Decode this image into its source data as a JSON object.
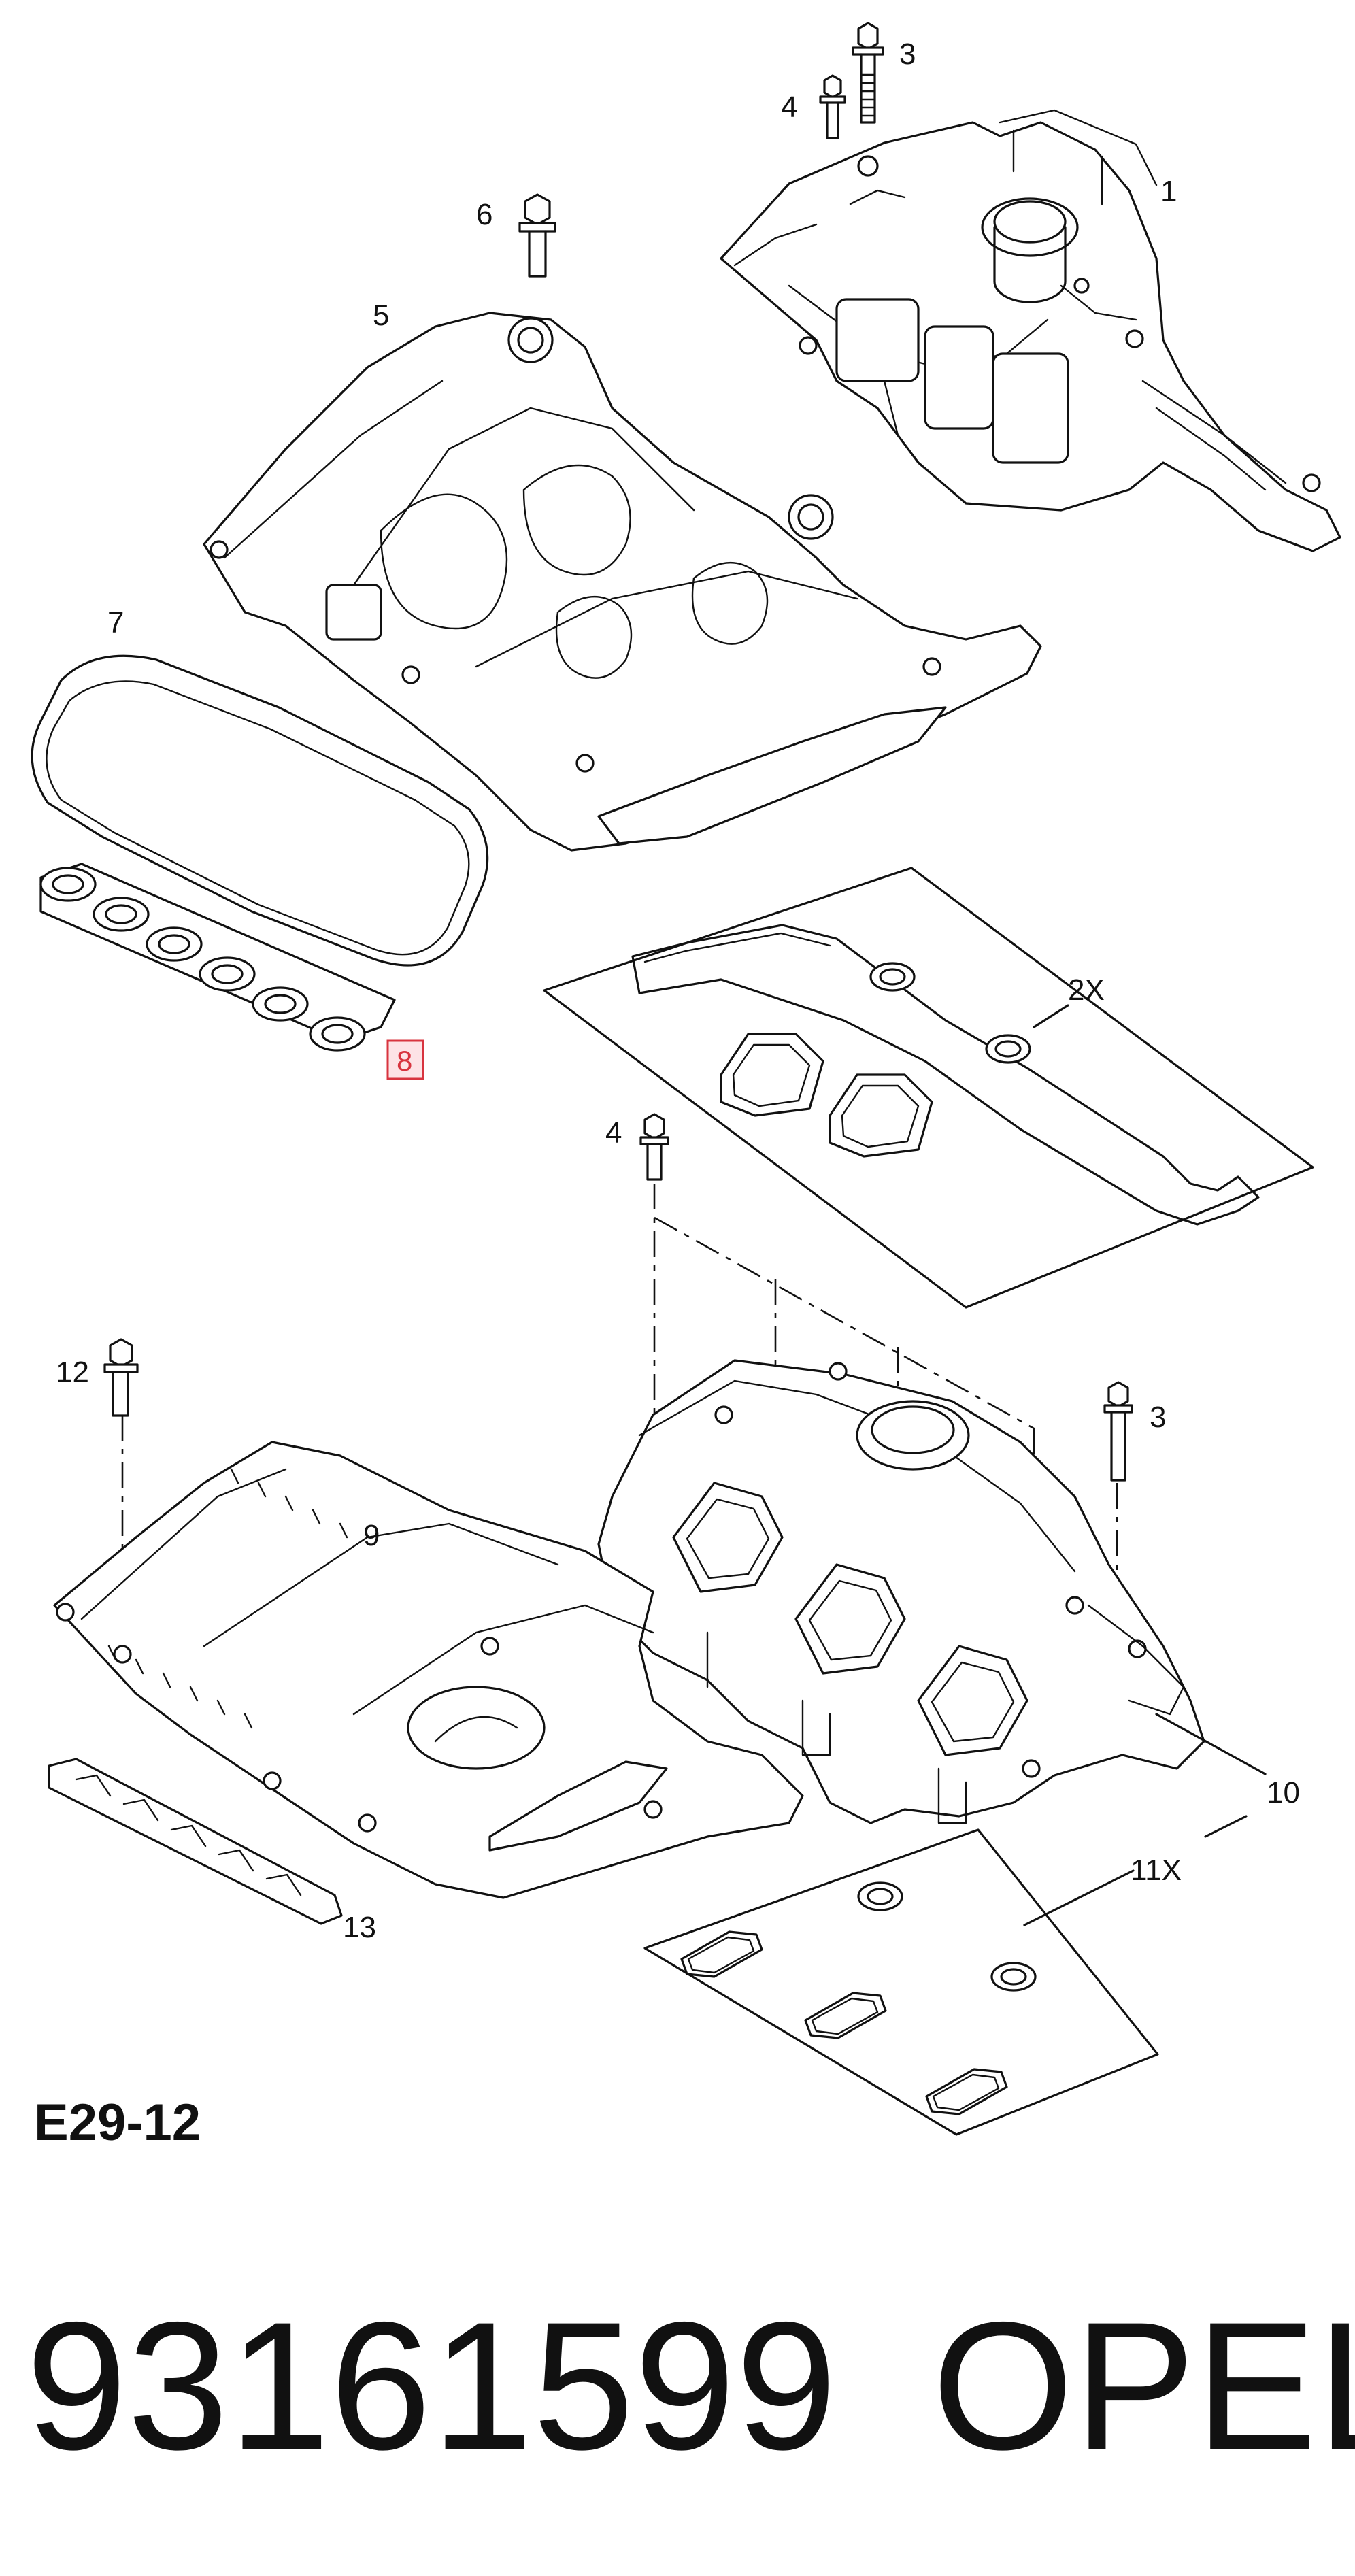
{
  "callouts": {
    "c1": "1",
    "c2x": "2X",
    "c3_top": "3",
    "c3_mid": "3",
    "c4_top": "4",
    "c4_mid": "4",
    "c5": "5",
    "c6": "6",
    "c7": "7",
    "c8": "8",
    "c9": "9",
    "c10": "10",
    "c11x": "11X",
    "c12": "12",
    "c13": "13"
  },
  "diagram_code": "E29-12",
  "part_number": "93161599",
  "brand": "OPEL",
  "highlighted_callout": "8",
  "colors": {
    "line": "#111111",
    "highlight_stroke": "#d8343f",
    "highlight_fill": "#fde3e6"
  }
}
